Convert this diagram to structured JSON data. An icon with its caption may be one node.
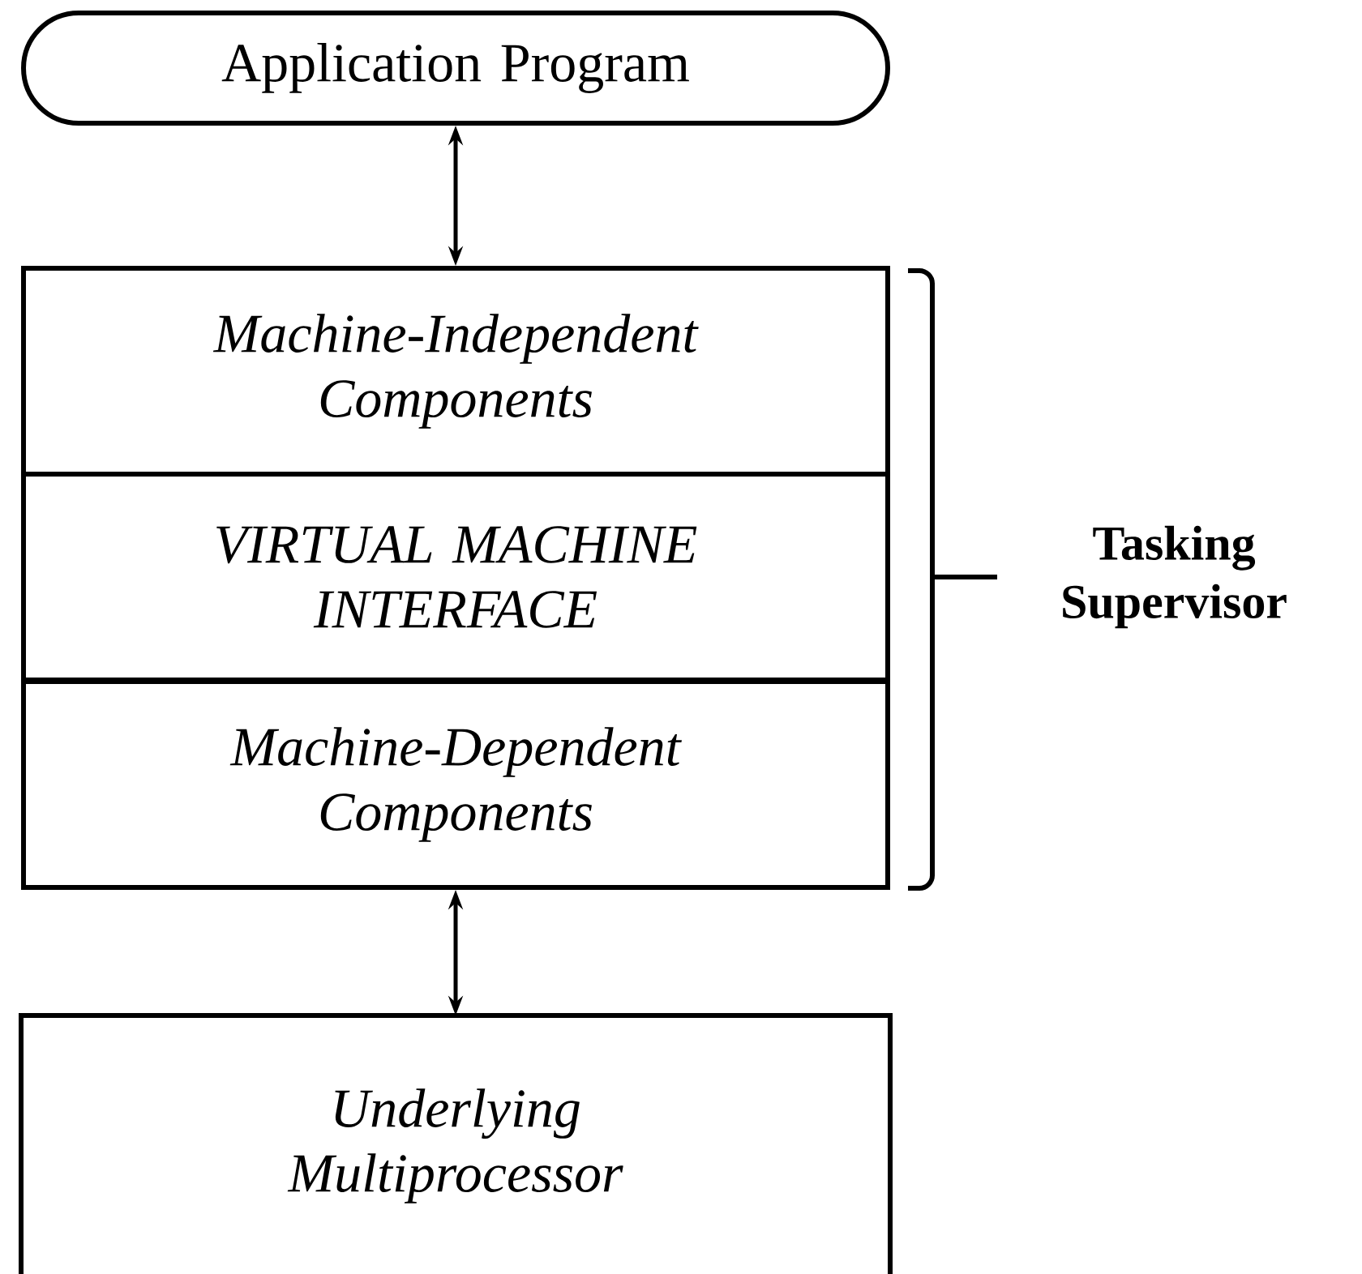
{
  "diagram": {
    "nodes": [
      {
        "text": [
          "Application Program"
        ]
      },
      {
        "text": [
          "Machine-Independent Components"
        ]
      },
      {
        "text": [
          "VIRTUAL MACHINE INTERFACE"
        ]
      },
      {
        "text": [
          "Machine-Dependent Components"
        ]
      },
      {
        "text": [
          "Underlying Multiprocessor"
        ]
      }
    ],
    "edges": [
      {
        "from": 0,
        "to": 1,
        "arrow": "both"
      },
      {
        "from": 3,
        "to": 4,
        "arrow": "both"
      }
    ],
    "labels": [
      "Tasking Supervisor"
    ]
  }
}
